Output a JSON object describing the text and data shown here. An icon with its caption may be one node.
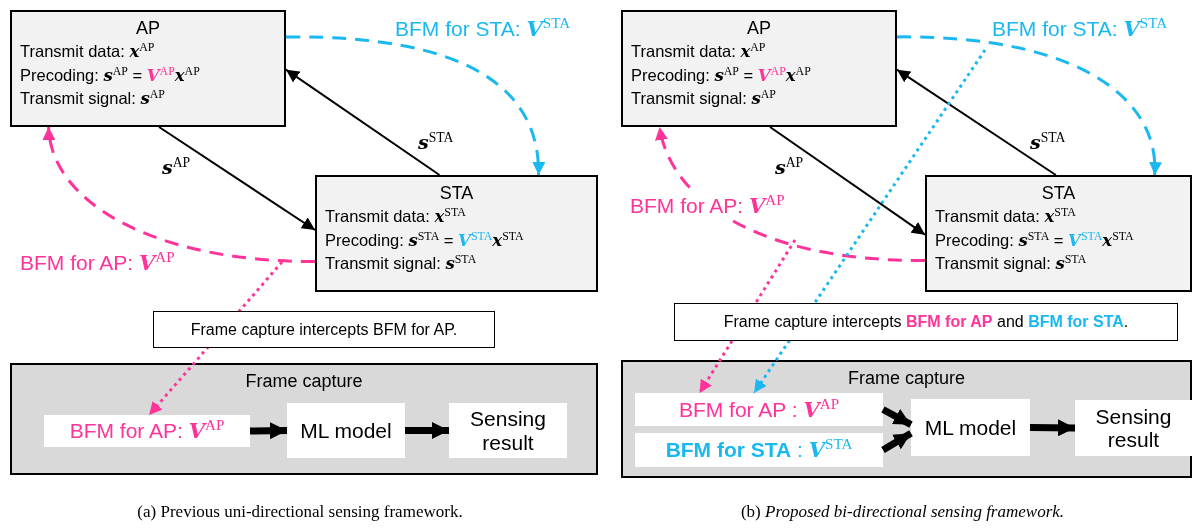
{
  "diagram": {
    "nodes": [
      {
        "text": [
          "AP",
          "Transmit data: **x**$^{AP}$",
          "Precoding: **s**$^{AP}$ = **V**$^{AP}$**x**$^{AP}$",
          "Transmit signal: **s**$^{AP}$"
        ]
      },
      {
        "text": [
          "STA",
          "Transmit data: **x**$^{STA}$",
          "Precoding: **s**$^{STA}$ = **V**$^{STA}$**x**$^{STA}$",
          "Transmit signal: **s**$^{STA}$"
        ]
      },
      {
        "text": [
          "Frame capture intercepts BFM for AP."
        ]
      },
      {
        "text": [
          "Frame capture"
        ]
      },
      {
        "text": [
          "BFM for AP: **V**$^{AP}$"
        ],
        "in": 3
      },
      {
        "text": [
          "ML model"
        ],
        "in": 3
      },
      {
        "text": [
          "Sensing result"
        ],
        "in": 3
      },
      {
        "text": [
          "AP",
          "Transmit data: **x**$^{AP}$",
          "Precoding: **s**$^{AP}$ = **V**$^{AP}$**x**$^{AP}$",
          "Transmit signal: **s**$^{AP}$"
        ]
      },
      {
        "text": [
          "STA",
          "Transmit data: **x**$^{STA}$",
          "Precoding: **s**$^{STA}$ = **V**$^{STA}$**x**$^{STA}$",
          "Transmit signal: **s**$^{STA}$"
        ]
      },
      {
        "text": [
          "Frame capture intercepts **BFM for AP** and **BFM for STA**."
        ]
      },
      {
        "text": [
          "Frame capture"
        ]
      },
      {
        "text": [
          "BFM for AP : **V**$^{AP}$"
        ],
        "in": 10
      },
      {
        "text": [
          "**BFM for STA** : **V**$^{STA}$"
        ],
        "in": 10
      },
      {
        "text": [
          "ML model"
        ],
        "in": 10
      },
      {
        "text": [
          "Sensing result"
        ],
        "in": 10
      }
    ],
    "edges": [
      {
        "from": 0,
        "to": 1,
        "arrow": "to",
        "label": "**s**$^{AP}$"
      },
      {
        "from": 1,
        "to": 0,
        "arrow": "to",
        "label": "**s**$^{STA}$"
      },
      {
        "from": 0,
        "to": 1,
        "arrow": "to",
        "label": "BFM for STA: **V**$^{STA}$",
        "style": "dashed",
        "color": "#1ab8f0"
      },
      {
        "from": 1,
        "to": 0,
        "arrow": "to",
        "label": "BFM for AP: **V**$^{AP}$",
        "style": "dashed",
        "color": "#ff3399"
      },
      {
        "from": null,
        "to": 4,
        "arrow": "to",
        "style": "dashed",
        "color": "#ff3399"
      },
      {
        "from": 4,
        "to": 5,
        "arrow": "to",
        "style": "thick"
      },
      {
        "from": 5,
        "to": 6,
        "arrow": "to",
        "style": "thick"
      },
      {
        "from": 7,
        "to": 8,
        "arrow": "to",
        "label": "**s**$^{AP}$"
      },
      {
        "from": 8,
        "to": 7,
        "arrow": "to",
        "label": "**s**$^{STA}$"
      },
      {
        "from": 7,
        "to": 8,
        "arrow": "to",
        "label": "BFM for STA: **V**$^{STA}$",
        "style": "dashed",
        "color": "#1ab8f0"
      },
      {
        "from": 8,
        "to": 7,
        "arrow": "to",
        "label": "BFM for AP: **V**$^{AP}$",
        "style": "dashed",
        "color": "#ff3399"
      },
      {
        "from": null,
        "to": 11,
        "arrow": "to",
        "style": "dashed",
        "color": "#ff3399"
      },
      {
        "from": null,
        "to": 11,
        "arrow": "to",
        "style": "dashed",
        "color": "#1ab8f0"
      },
      {
        "from": 11,
        "to": 13,
        "arrow": "to",
        "style": "thick"
      },
      {
        "from": 12,
        "to": 13,
        "arrow": "to",
        "style": "thick"
      },
      {
        "from": 13,
        "to": 14,
        "arrow": "to",
        "style": "thick"
      }
    ],
    "labels": [
      "(a) Previous uni-directional sensing framework.",
      "(b) *Proposed bi-directional sensing framework.*"
    ]
  }
}
